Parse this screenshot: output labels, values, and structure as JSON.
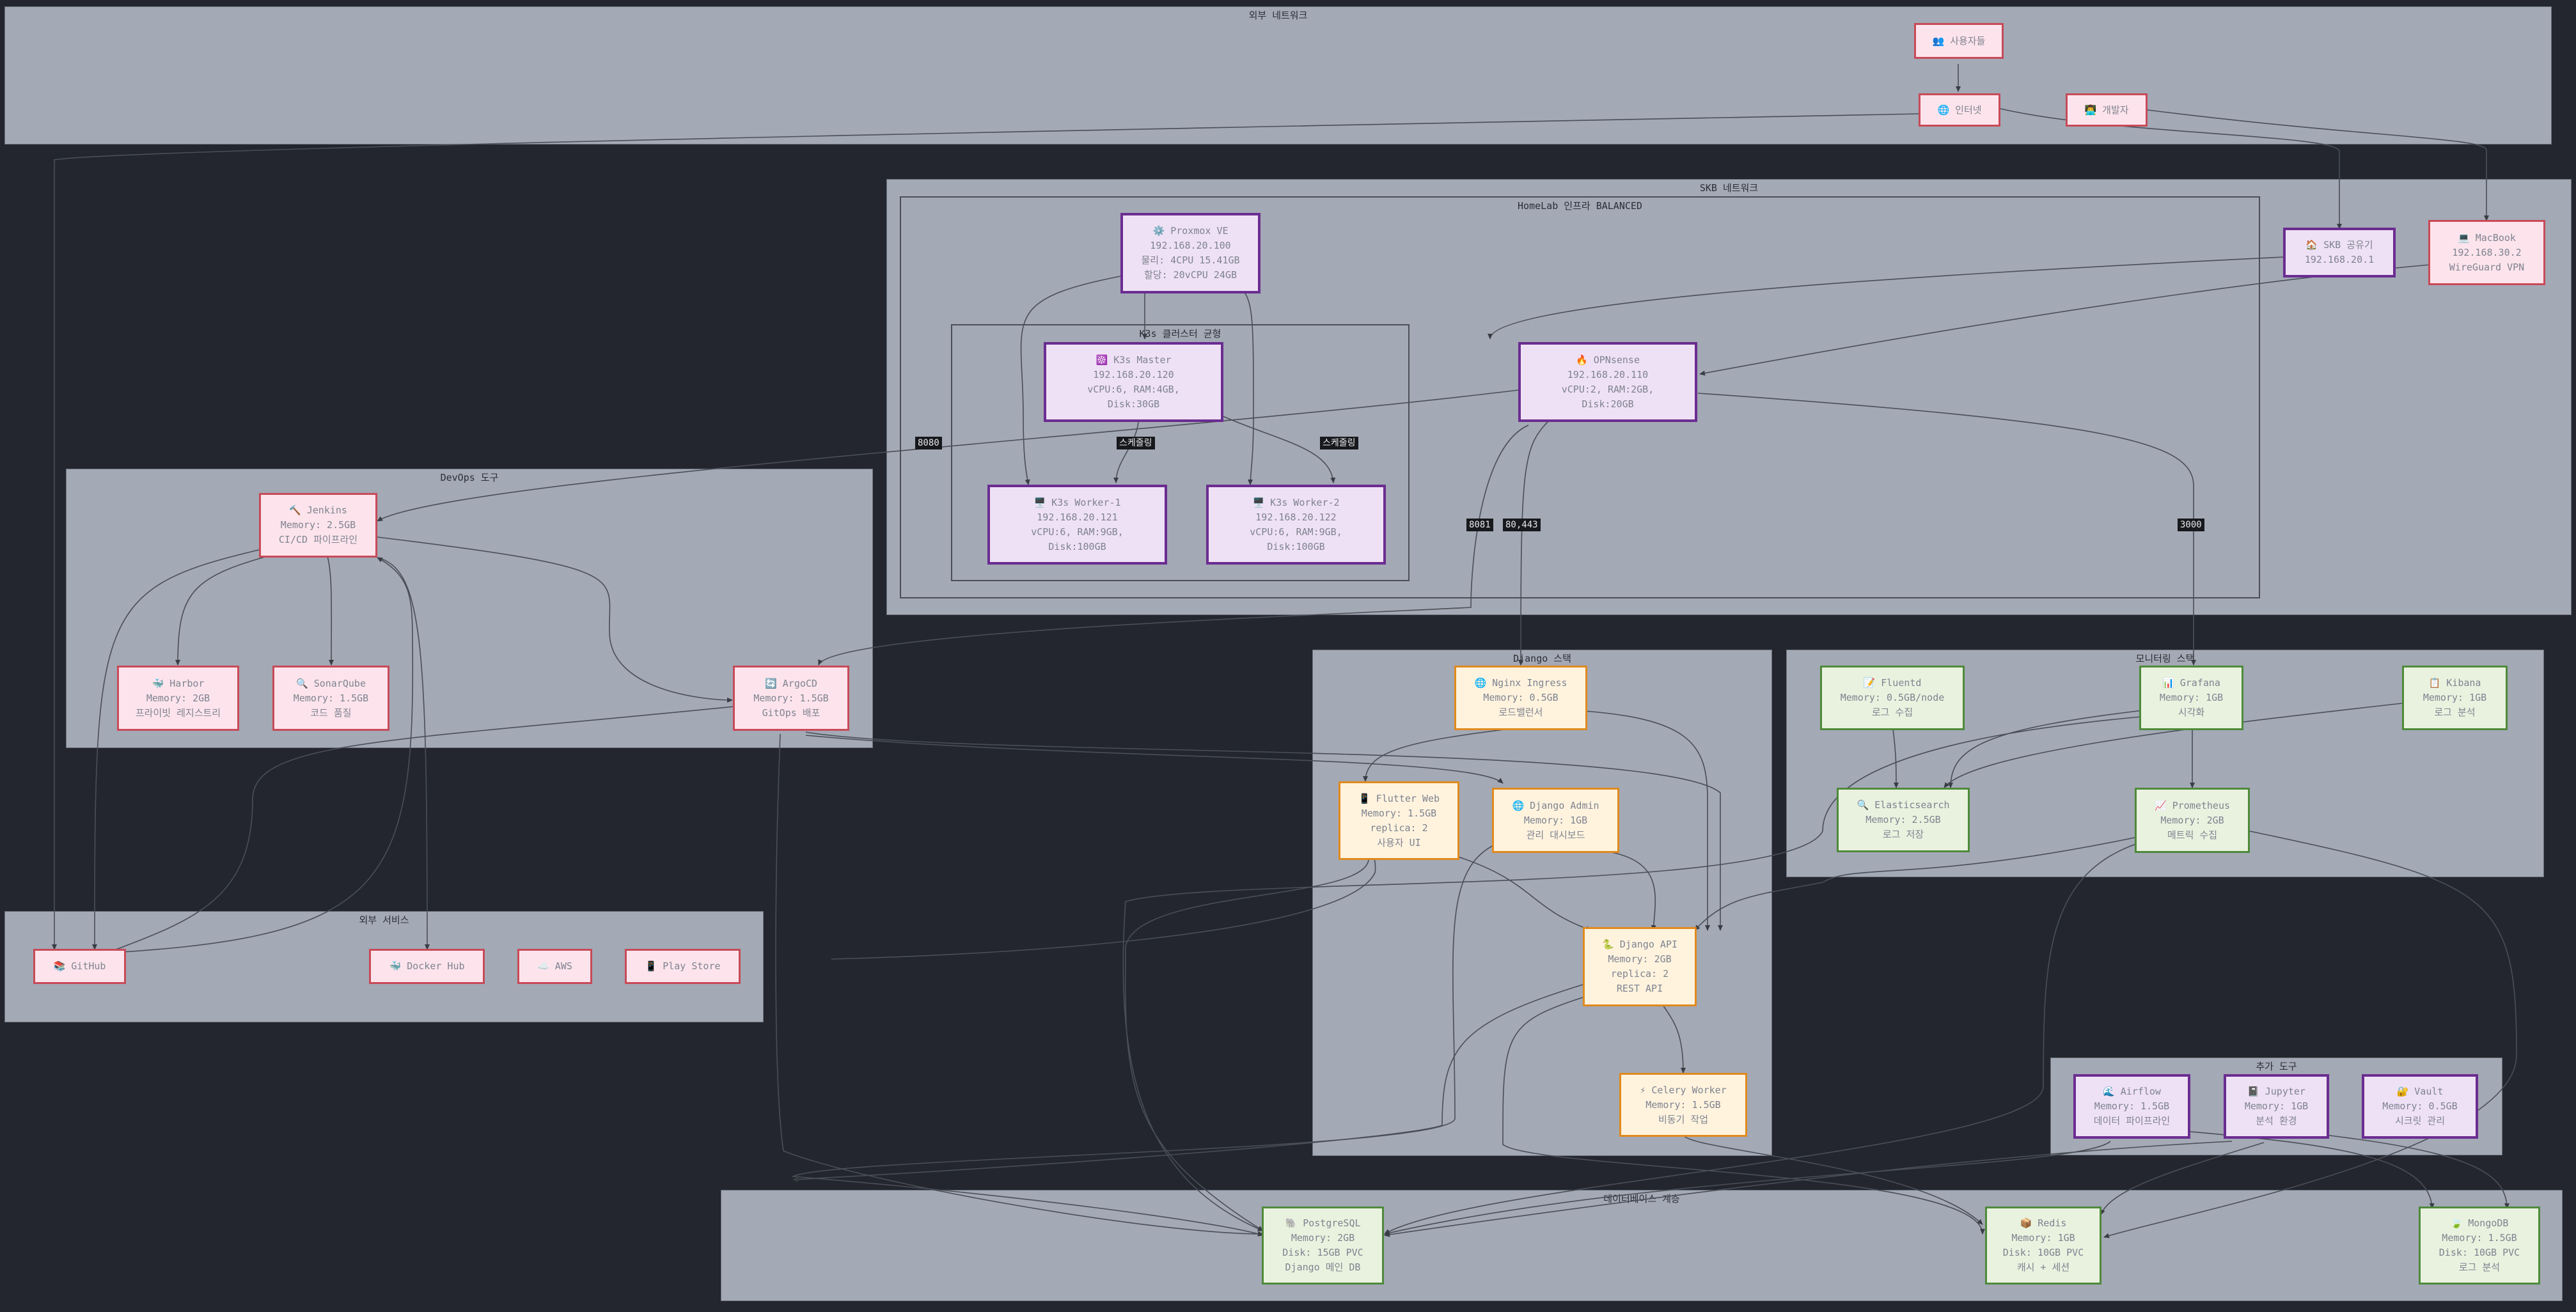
{
  "clusters": {
    "external_net": {
      "title": "외부 네트워크"
    },
    "skb_net": {
      "title": "SKB 네트워크"
    },
    "homelab": {
      "title": "HomeLab 인프라 BALANCED"
    },
    "k3s": {
      "title": "K3s 클러스터 균형"
    },
    "devops": {
      "title": "DevOps 도구"
    },
    "ext_services": {
      "title": "외부 서비스"
    },
    "django": {
      "title": "Django 스택"
    },
    "monitoring": {
      "title": "모니터링 스택"
    },
    "extra_tools": {
      "title": "추가 도구"
    },
    "database": {
      "title": "데이터베이스 계층"
    }
  },
  "nodes": {
    "users": {
      "lines": [
        "👥 사용자들"
      ]
    },
    "internet": {
      "lines": [
        "🌐 인터넷"
      ]
    },
    "developer": {
      "lines": [
        "👨‍💻 개발자"
      ]
    },
    "skb_router": {
      "lines": [
        "🏠 SKB 공유기",
        "192.168.20.1"
      ]
    },
    "macbook": {
      "lines": [
        "💻 MacBook",
        "192.168.30.2",
        "WireGuard VPN"
      ]
    },
    "proxmox": {
      "lines": [
        "⚙️ Proxmox VE",
        "192.168.20.100",
        "물리: 4CPU 15.41GB",
        "할당: 20vCPU 24GB"
      ]
    },
    "opnsense": {
      "lines": [
        "🔥 OPNsense",
        "192.168.20.110",
        "vCPU:2, RAM:2GB,",
        "Disk:20GB"
      ]
    },
    "k3s_master": {
      "lines": [
        "☸️ K3s Master",
        "192.168.20.120",
        "vCPU:6, RAM:4GB,",
        "Disk:30GB"
      ]
    },
    "k3s_worker1": {
      "lines": [
        "🖥️ K3s Worker-1",
        "192.168.20.121",
        "vCPU:6, RAM:9GB,",
        "Disk:100GB"
      ]
    },
    "k3s_worker2": {
      "lines": [
        "🖥️ K3s Worker-2",
        "192.168.20.122",
        "vCPU:6, RAM:9GB,",
        "Disk:100GB"
      ]
    },
    "jenkins": {
      "lines": [
        "🔨 Jenkins",
        "Memory: 2.5GB",
        "CI/CD 파이프라인"
      ]
    },
    "harbor": {
      "lines": [
        "🐳 Harbor",
        "Memory: 2GB",
        "프라이빗 레지스트리"
      ]
    },
    "sonarqube": {
      "lines": [
        "🔍 SonarQube",
        "Memory: 1.5GB",
        "코드 품질"
      ]
    },
    "argocd": {
      "lines": [
        "🔄 ArgoCD",
        "Memory: 1.5GB",
        "GitOps 배포"
      ]
    },
    "github": {
      "lines": [
        "📚 GitHub"
      ]
    },
    "dockerhub": {
      "lines": [
        "🐳 Docker Hub"
      ]
    },
    "aws": {
      "lines": [
        "☁️ AWS"
      ]
    },
    "playstore": {
      "lines": [
        "📱 Play Store"
      ]
    },
    "nginx": {
      "lines": [
        "🌐 Nginx Ingress",
        "Memory: 0.5GB",
        "로드밸런서"
      ]
    },
    "flutter": {
      "lines": [
        "📱 Flutter Web",
        "Memory: 1.5GB",
        "replica: 2",
        "사용자 UI"
      ]
    },
    "django_admin": {
      "lines": [
        "🌐 Django Admin",
        "Memory: 1GB",
        "관리 대시보드"
      ]
    },
    "django_api": {
      "lines": [
        "🐍 Django API",
        "Memory: 2GB",
        "replica: 2",
        "REST API"
      ]
    },
    "celery": {
      "lines": [
        "⚡ Celery Worker",
        "Memory: 1.5GB",
        "비동기 작업"
      ]
    },
    "fluentd": {
      "lines": [
        "📝 Fluentd",
        "Memory: 0.5GB/node",
        "로그 수집"
      ]
    },
    "grafana": {
      "lines": [
        "📊 Grafana",
        "Memory: 1GB",
        "시각화"
      ]
    },
    "kibana": {
      "lines": [
        "📋 Kibana",
        "Memory: 1GB",
        "로그 분석"
      ]
    },
    "elasticsearch": {
      "lines": [
        "🔍 Elasticsearch",
        "Memory: 2.5GB",
        "로그 저장"
      ]
    },
    "prometheus": {
      "lines": [
        "📈 Prometheus",
        "Memory: 2GB",
        "메트릭 수집"
      ]
    },
    "airflow": {
      "lines": [
        "🌊 Airflow",
        "Memory: 1.5GB",
        "데이터 파이프라인"
      ]
    },
    "jupyter": {
      "lines": [
        "📓 Jupyter",
        "Memory: 1GB",
        "분석 환경"
      ]
    },
    "vault": {
      "lines": [
        "🔐 Vault",
        "Memory: 0.5GB",
        "시크릿 관리"
      ]
    },
    "postgres": {
      "lines": [
        "🐘 PostgreSQL",
        "Memory: 2GB",
        "Disk: 15GB PVC",
        "Django 메인 DB"
      ]
    },
    "redis": {
      "lines": [
        "📦 Redis",
        "Memory: 1GB",
        "Disk: 10GB PVC",
        "캐시 + 세션"
      ]
    },
    "mongodb": {
      "lines": [
        "🍃 MongoDB",
        "Memory: 1.5GB",
        "Disk: 10GB PVC",
        "로그 분석"
      ]
    }
  },
  "edge_labels": {
    "port_8080": "8080",
    "scheduling_1": "스케줄링",
    "scheduling_2": "스케줄링",
    "port_8081": "8081",
    "port_80_443": "80,443",
    "port_3000": "3000"
  }
}
